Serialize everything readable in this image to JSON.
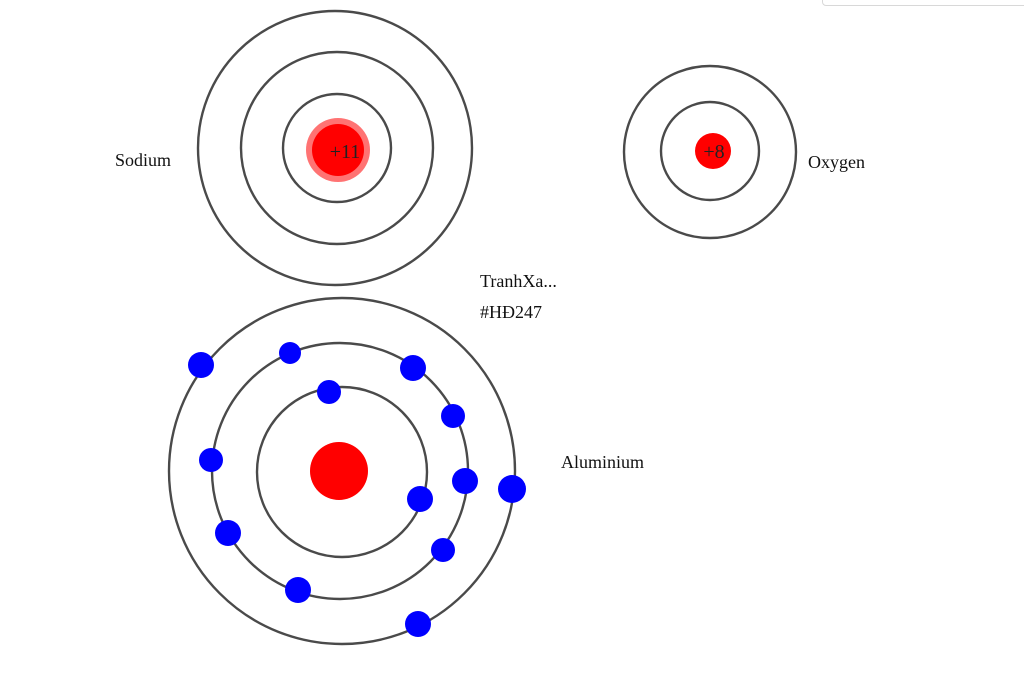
{
  "atoms": {
    "sodium": {
      "label": "Sodium",
      "charge": "+11",
      "electrons_per_shell": []
    },
    "oxygen": {
      "label": "Oxygen",
      "charge": "+8",
      "electrons_per_shell": []
    },
    "aluminium": {
      "label": "Aluminium",
      "charge": "",
      "electrons_per_shell": [
        2,
        8,
        3
      ]
    }
  },
  "watermark": {
    "line1": "TranhXa...",
    "line2": "#HĐ247"
  },
  "colors": {
    "nucleus": "#ff0000",
    "electron": "#0000ff",
    "orbit": "#4a4a4a",
    "text": "#111111"
  }
}
